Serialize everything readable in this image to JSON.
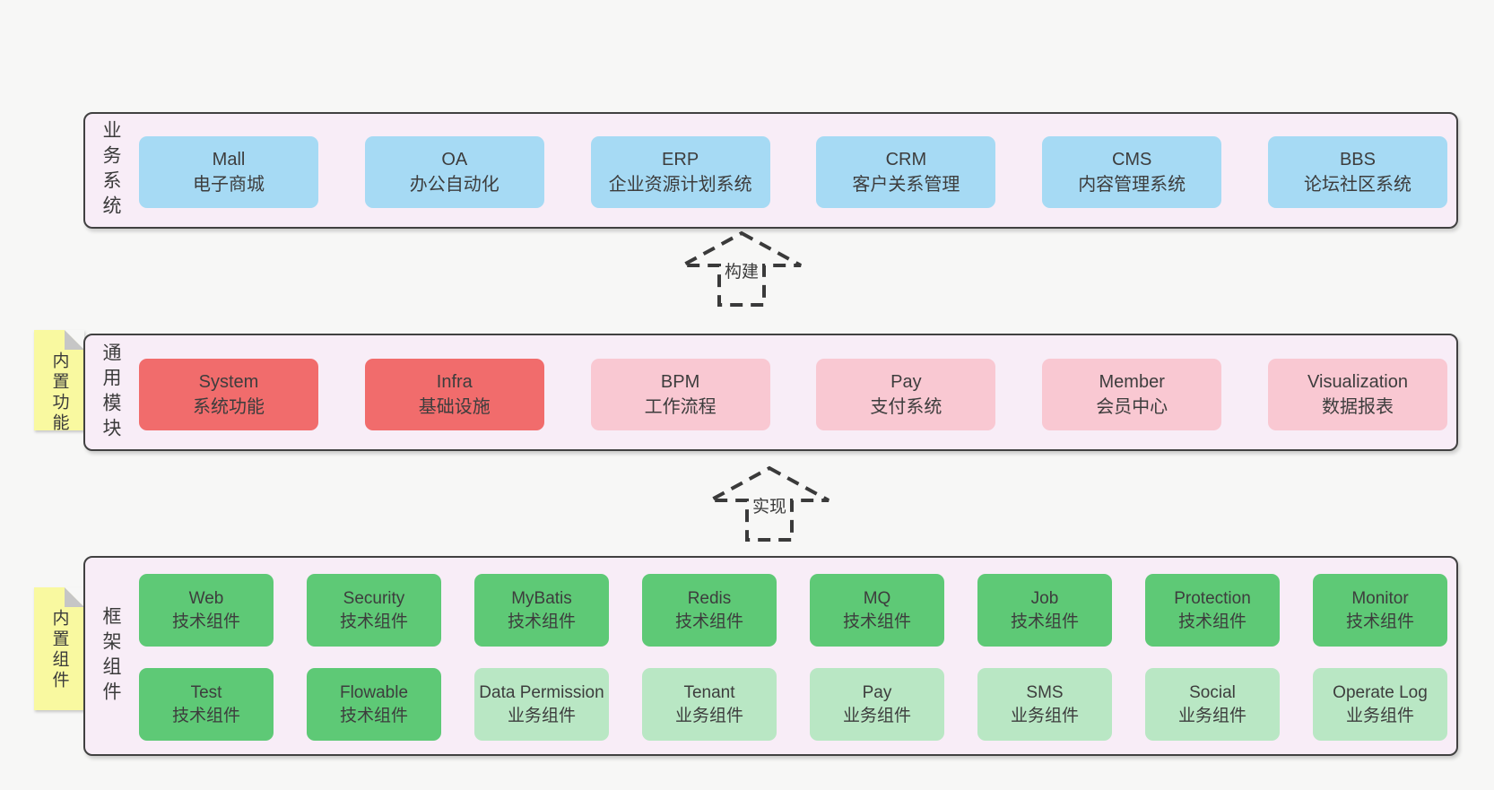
{
  "palette": {
    "page_background": "#f7f7f6",
    "section_background": "#f8edf7",
    "section_border": "#414141",
    "box_blue": "#a6daf4",
    "box_red": "#f16c6c",
    "box_pink": "#f9c8d2",
    "box_green": "#5ec976",
    "box_green_light": "#b9e7c4",
    "note_yellow": "#f9f9a0",
    "arrow_dash": "#3a3a3a",
    "text": "#3d3d3d"
  },
  "arrows": [
    {
      "label": "构建"
    },
    {
      "label": "实现"
    }
  ],
  "layers": [
    {
      "id": "business",
      "label": "业务系统",
      "rows": [
        [
          {
            "title": "Mall",
            "subtitle": "电子商城",
            "variant": "blue"
          },
          {
            "title": "OA",
            "subtitle": "办公自动化",
            "variant": "blue"
          },
          {
            "title": "ERP",
            "subtitle": "企业资源计划系统",
            "variant": "blue"
          },
          {
            "title": "CRM",
            "subtitle": "客户关系管理",
            "variant": "blue"
          },
          {
            "title": "CMS",
            "subtitle": "内容管理系统",
            "variant": "blue"
          },
          {
            "title": "BBS",
            "subtitle": "论坛社区系统",
            "variant": "blue"
          }
        ]
      ]
    },
    {
      "id": "modules",
      "label": "通用模块",
      "note": "内置功能",
      "rows": [
        [
          {
            "title": "System",
            "subtitle": "系统功能",
            "variant": "red"
          },
          {
            "title": "Infra",
            "subtitle": "基础设施",
            "variant": "red"
          },
          {
            "title": "BPM",
            "subtitle": "工作流程",
            "variant": "pink"
          },
          {
            "title": "Pay",
            "subtitle": "支付系统",
            "variant": "pink"
          },
          {
            "title": "Member",
            "subtitle": "会员中心",
            "variant": "pink"
          },
          {
            "title": "Visualization",
            "subtitle": "数据报表",
            "variant": "pink"
          }
        ]
      ]
    },
    {
      "id": "framework",
      "label": "框架组件",
      "note": "内置组件",
      "rows": [
        [
          {
            "title": "Web",
            "subtitle": "技术组件",
            "variant": "green"
          },
          {
            "title": "Security",
            "subtitle": "技术组件",
            "variant": "green"
          },
          {
            "title": "MyBatis",
            "subtitle": "技术组件",
            "variant": "green"
          },
          {
            "title": "Redis",
            "subtitle": "技术组件",
            "variant": "green"
          },
          {
            "title": "MQ",
            "subtitle": "技术组件",
            "variant": "green"
          },
          {
            "title": "Job",
            "subtitle": "技术组件",
            "variant": "green"
          },
          {
            "title": "Protection",
            "subtitle": "技术组件",
            "variant": "green"
          },
          {
            "title": "Monitor",
            "subtitle": "技术组件",
            "variant": "green"
          }
        ],
        [
          {
            "title": "Test",
            "subtitle": "技术组件",
            "variant": "green"
          },
          {
            "title": "Flowable",
            "subtitle": "技术组件",
            "variant": "green"
          },
          {
            "title": "Data Permission",
            "subtitle": "业务组件",
            "variant": "green-light"
          },
          {
            "title": "Tenant",
            "subtitle": "业务组件",
            "variant": "green-light"
          },
          {
            "title": "Pay",
            "subtitle": "业务组件",
            "variant": "green-light"
          },
          {
            "title": "SMS",
            "subtitle": "业务组件",
            "variant": "green-light"
          },
          {
            "title": "Social",
            "subtitle": "业务组件",
            "variant": "green-light"
          },
          {
            "title": "Operate Log",
            "subtitle": "业务组件",
            "variant": "green-light"
          }
        ]
      ]
    }
  ]
}
